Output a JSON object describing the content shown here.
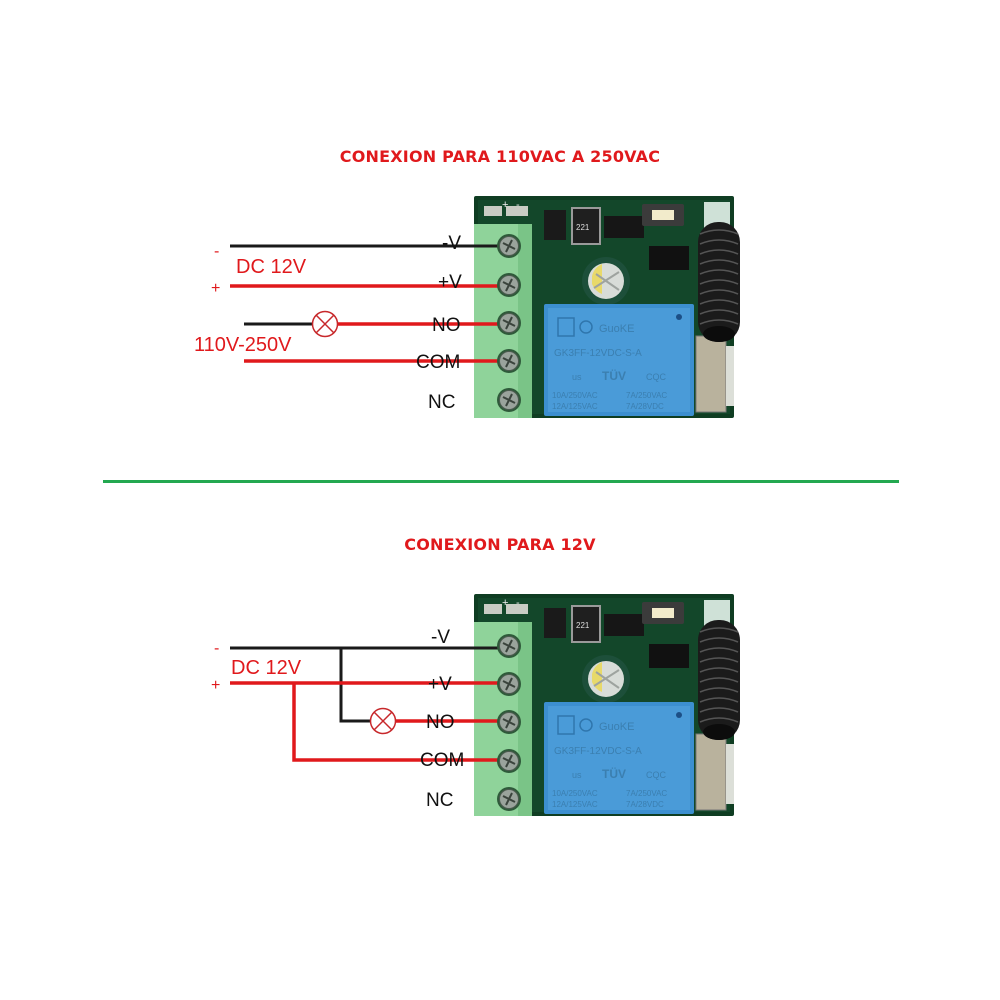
{
  "colors": {
    "title": "#e0191c",
    "wire_positive": "#e0191c",
    "wire_negative": "#1a1a1a",
    "divider": "#23a850",
    "pcb": "#0f3d22",
    "terminal_block": "#8fd39a",
    "relay": "#3c8fd0"
  },
  "diagrams": [
    {
      "title": "CONEXION PARA 110VAC A 250VAC",
      "power_label": "DC 12V",
      "minus_sign": "-",
      "plus_sign": "+",
      "load_label": "110V-250V",
      "terminals": [
        "-V",
        "+V",
        "NO",
        "COM",
        "NC"
      ],
      "lamp_icon": "lamp-icon"
    },
    {
      "title": "CONEXION PARA 12V",
      "power_label": "DC 12V",
      "minus_sign": "-",
      "plus_sign": "+",
      "terminals": [
        "-V",
        "+V",
        "NO",
        "COM",
        "NC"
      ],
      "lamp_icon": "lamp-icon"
    }
  ],
  "module": {
    "pcb_marks": [
      "+",
      "-"
    ],
    "inductor_code": "221",
    "relay": {
      "brand": "GuoKE",
      "model": "GK3FF-12VDC-S-A",
      "cert_ul": "us",
      "cert_tuv": "TÜV",
      "cert_cqc": "CQC",
      "rating_left": [
        "10A/250VAC",
        "12A/125VAC"
      ],
      "rating_right": [
        "7A/250VAC",
        "7A/28VDC"
      ]
    }
  }
}
